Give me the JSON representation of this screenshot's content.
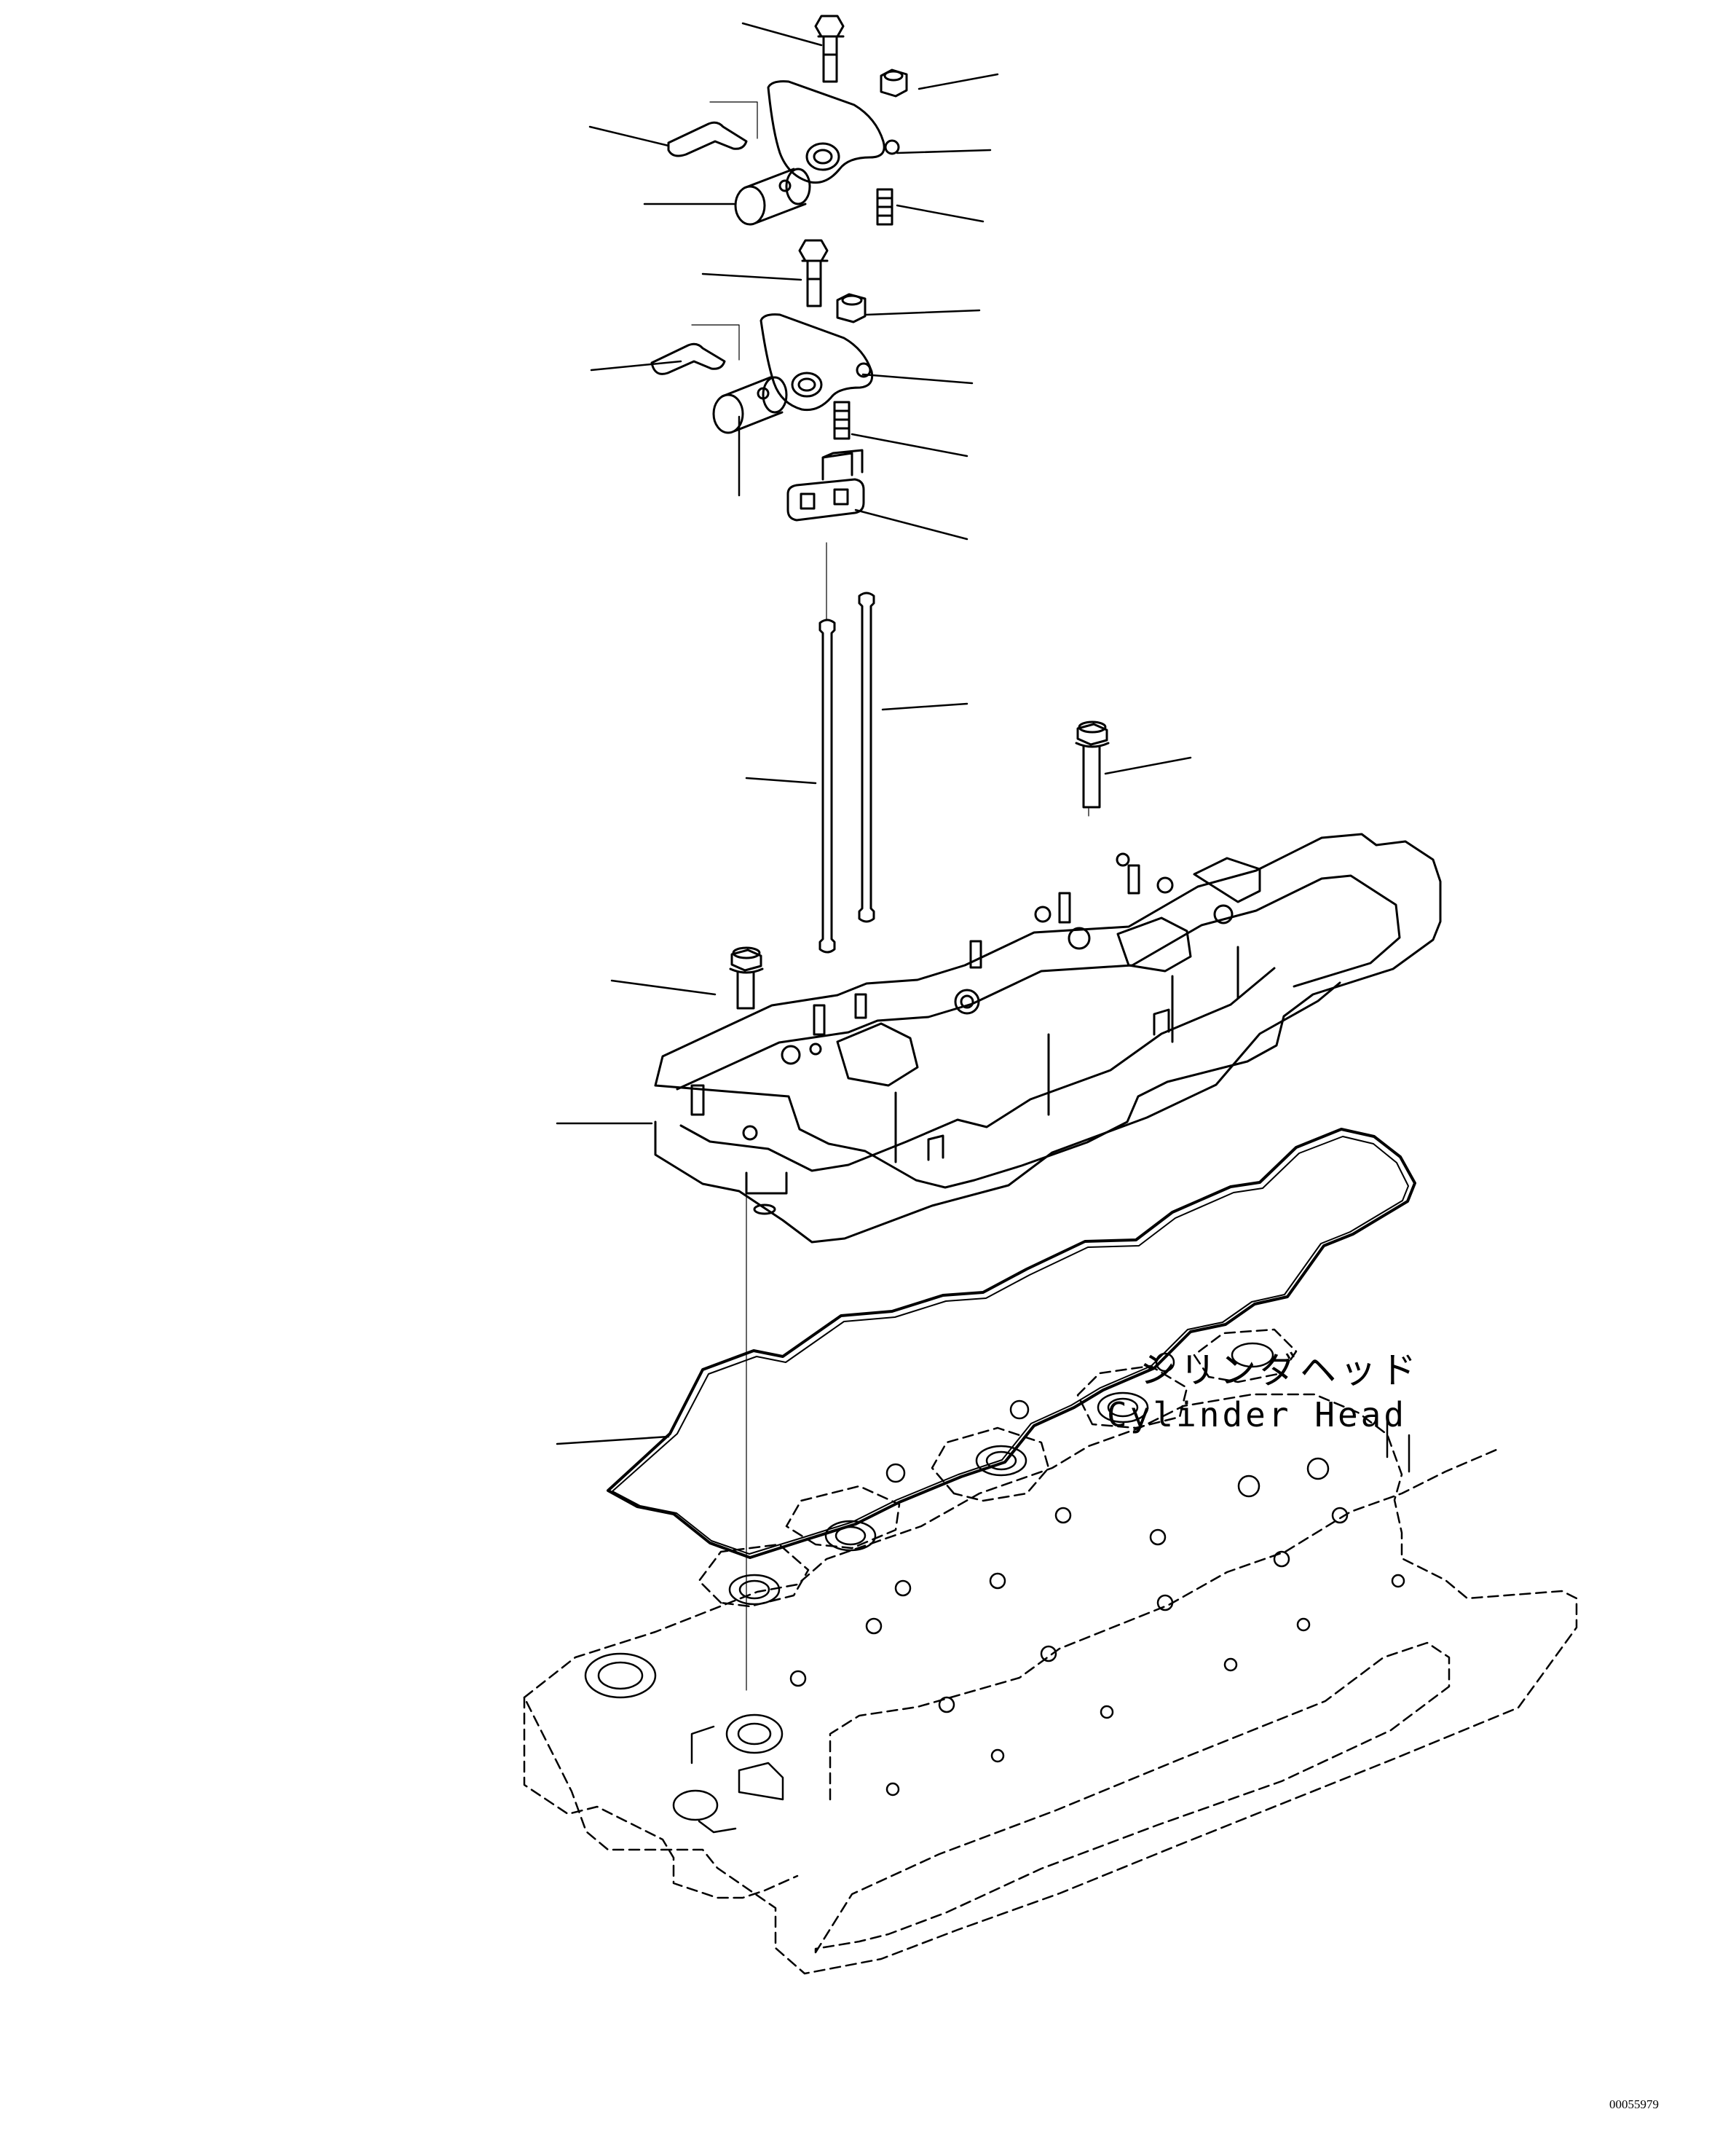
{
  "diagram": {
    "part_label_jp": "シリンダヘッド",
    "part_label_en": "Cylinder Head",
    "drawing_code": "00055979"
  },
  "colors": {
    "line": "#000000",
    "background": "#ffffff"
  }
}
